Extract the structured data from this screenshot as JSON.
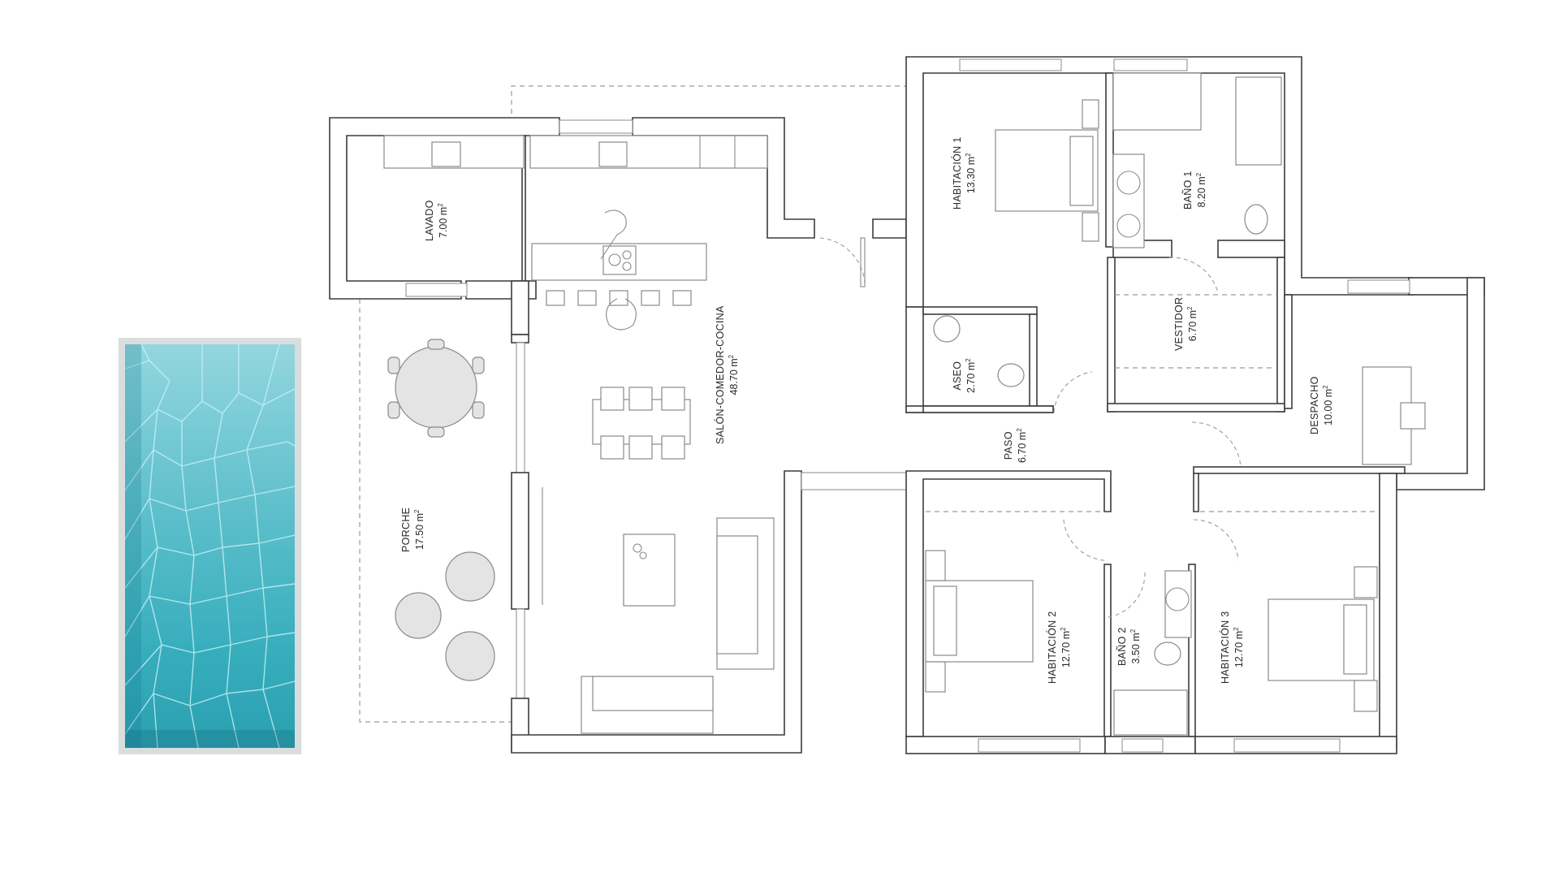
{
  "plan": {
    "rooms": [
      {
        "id": "lavado",
        "name": "LAVADO",
        "area": "7.00 m",
        "unit_sup": "2"
      },
      {
        "id": "salon",
        "name": "SALÓN-COMEDOR-COCINA",
        "area": "48.70 m",
        "unit_sup": "2"
      },
      {
        "id": "porche",
        "name": "PORCHE",
        "area": "17.50 m",
        "unit_sup": "2"
      },
      {
        "id": "habitacion1",
        "name": "HABITACIÓN  1",
        "area": "13.30 m",
        "unit_sup": "2"
      },
      {
        "id": "bano1",
        "name": "BAÑO 1",
        "area": "8.20 m",
        "unit_sup": "2"
      },
      {
        "id": "vestidor",
        "name": "VESTIDOR",
        "area": "6.70 m",
        "unit_sup": "2"
      },
      {
        "id": "aseo",
        "name": "ASEO",
        "area": "2.70 m",
        "unit_sup": "2"
      },
      {
        "id": "paso",
        "name": "PASO",
        "area": "6.70 m",
        "unit_sup": "2"
      },
      {
        "id": "despacho",
        "name": "DESPACHO",
        "area": "10.00 m",
        "unit_sup": "2"
      },
      {
        "id": "habitacion2",
        "name": "HABITACIÓN  2",
        "area": "12.70 m",
        "unit_sup": "2"
      },
      {
        "id": "bano2",
        "name": "BAÑO 2",
        "area": "3.50 m",
        "unit_sup": "2"
      },
      {
        "id": "habitacion3",
        "name": "HABITACIÓN  3",
        "area": "12.70 m",
        "unit_sup": "2"
      }
    ],
    "pool": {
      "label": "",
      "colors": {
        "top": "#93d6df",
        "bottom": "#2a9fb0",
        "border": "#dadddd"
      }
    },
    "colors": {
      "wall": "#3c3c3c",
      "furniture": "#8a8a8a",
      "background": "#ffffff"
    }
  }
}
